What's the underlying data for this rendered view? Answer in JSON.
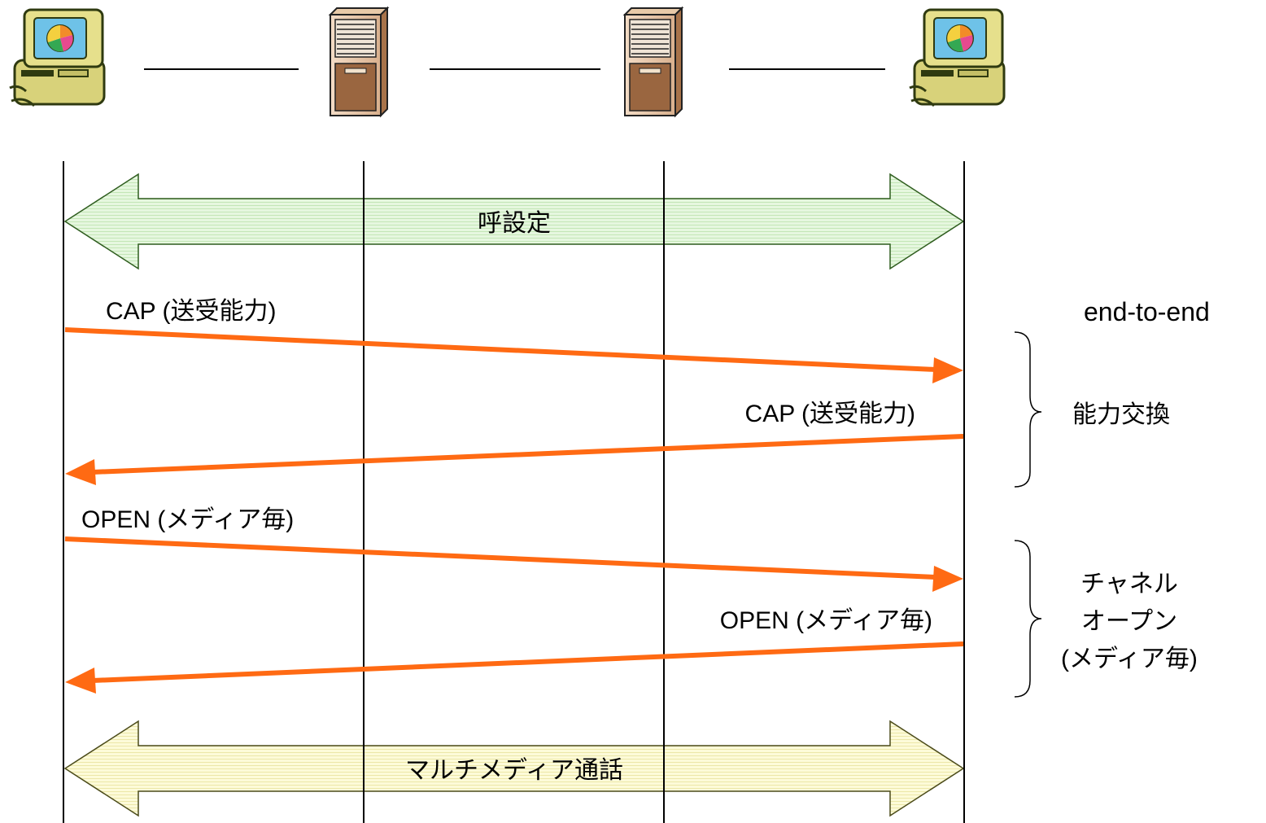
{
  "diagram": {
    "colors": {
      "message_arrow": "#ff6a13",
      "setup_band_fill": "#e6f7df",
      "setup_band_stroke": "#2f5d1f",
      "call_band_fill": "#fdfbd9",
      "call_band_stroke": "#4b4b1a",
      "lifeline": "#000000"
    },
    "nodes": [
      {
        "id": "terminal-left",
        "icon": "desktop-computer-icon"
      },
      {
        "id": "server-1",
        "icon": "server-tower-icon"
      },
      {
        "id": "server-2",
        "icon": "server-tower-icon"
      },
      {
        "id": "terminal-right",
        "icon": "desktop-computer-icon"
      }
    ],
    "bands": {
      "call_setup": "呼設定",
      "multimedia_call": "マルチメディア通話"
    },
    "messages": {
      "cap_forward": "CAP (送受能力)",
      "cap_backward": "CAP (送受能力)",
      "open_forward": "OPEN (メディア毎)",
      "open_backward": "OPEN (メディア毎)"
    },
    "annotations": {
      "scope": "end-to-end",
      "capability_exchange": "能力交換",
      "channel_open_line1": "チャネル",
      "channel_open_line2": "オープン",
      "channel_open_line3": "(メディア毎)"
    }
  }
}
